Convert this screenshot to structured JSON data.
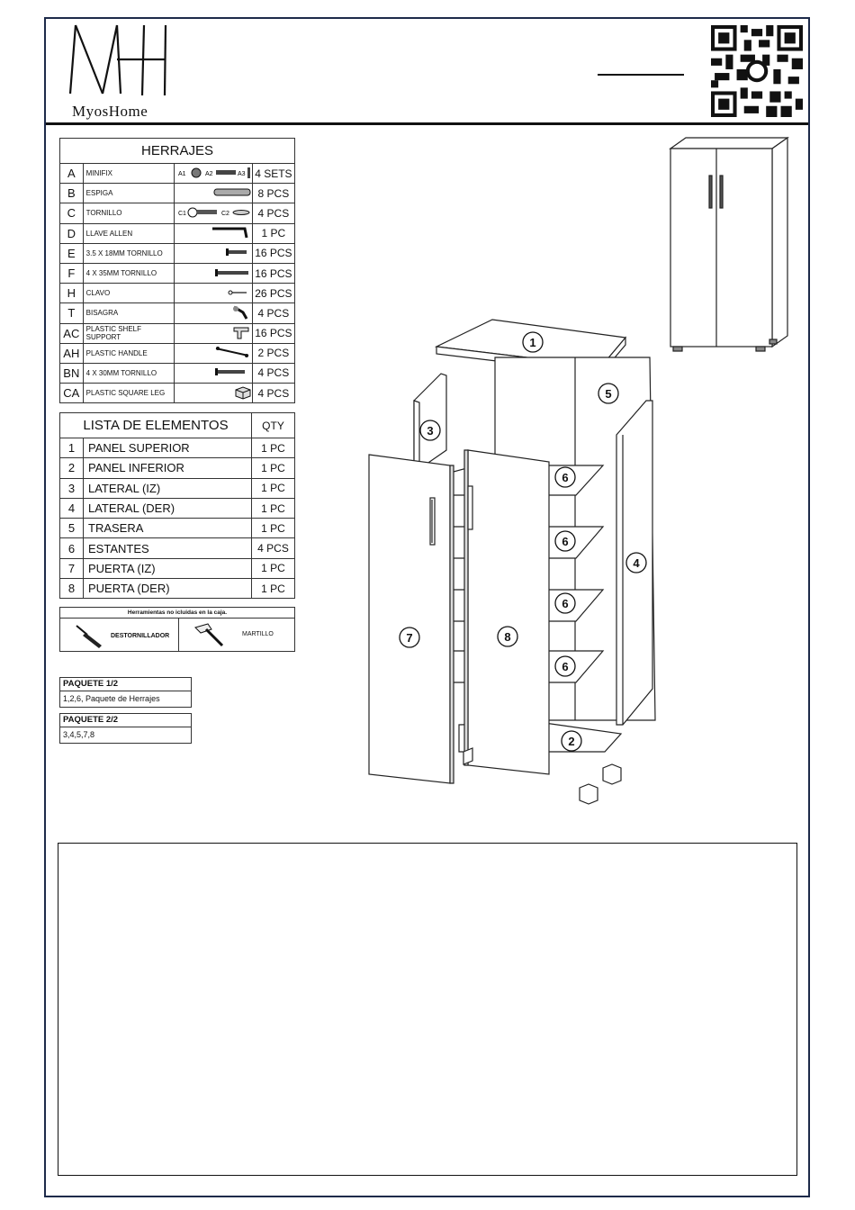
{
  "header": {
    "logo_letters": "MH",
    "logo_text": "MyosHome"
  },
  "herrajes": {
    "title": "HERRAJES",
    "rows": [
      {
        "code": "A",
        "desc": "MINIFIX",
        "qty": "4 SETS",
        "labels": [
          "A1",
          "A2",
          "A3"
        ],
        "icon": "minifix-icon"
      },
      {
        "code": "B",
        "desc": "ESPIGA",
        "qty": "8 PCS",
        "labels": [],
        "icon": "dowel-icon"
      },
      {
        "code": "C",
        "desc": "TORNILLO",
        "qty": "4 PCS",
        "labels": [
          "C1",
          "C2"
        ],
        "icon": "screw-icon"
      },
      {
        "code": "D",
        "desc": "LLAVE ALLEN",
        "qty": "1 PC",
        "labels": [],
        "icon": "allen-key-icon"
      },
      {
        "code": "E",
        "desc": "3.5 X 18MM  TORNILLO",
        "qty": "16 PCS",
        "labels": [],
        "icon": "small-screw-icon"
      },
      {
        "code": "F",
        "desc": "4 X 35MM  TORNILLO",
        "qty": "16 PCS",
        "labels": [],
        "icon": "long-screw-icon"
      },
      {
        "code": "H",
        "desc": "CLAVO",
        "qty": "26 PCS",
        "labels": [],
        "icon": "nail-icon"
      },
      {
        "code": "T",
        "desc": "BISAGRA",
        "qty": "4 PCS",
        "labels": [],
        "icon": "hinge-icon"
      },
      {
        "code": "AC",
        "desc": "PLASTIC SHELF SUPPORT",
        "qty": "16 PCS",
        "labels": [],
        "icon": "shelf-support-icon"
      },
      {
        "code": "AH",
        "desc": "PLASTIC HANDLE",
        "qty": "2 PCS",
        "labels": [],
        "icon": "handle-icon"
      },
      {
        "code": "BN",
        "desc": "4 X 30MM  TORNILLO",
        "qty": "4 PCS",
        "labels": [],
        "icon": "screw-30-icon"
      },
      {
        "code": "CA",
        "desc": "PLASTIC SQUARE LEG",
        "qty": "4 PCS",
        "labels": [],
        "icon": "square-leg-icon"
      }
    ]
  },
  "lista": {
    "title": "LISTA DE ELEMENTOS",
    "qty_header": "QTY",
    "rows": [
      {
        "n": "1",
        "name": "PANEL SUPERIOR",
        "qty": "1 PC"
      },
      {
        "n": "2",
        "name": "PANEL INFERIOR",
        "qty": "1 PC"
      },
      {
        "n": "3",
        "name": "LATERAL (IZ)",
        "qty": "1 PC"
      },
      {
        "n": "4",
        "name": "LATERAL (DER)",
        "qty": "1 PC"
      },
      {
        "n": "5",
        "name": "TRASERA",
        "qty": "1 PC"
      },
      {
        "n": "6",
        "name": "ESTANTES",
        "qty": "4 PCS"
      },
      {
        "n": "7",
        "name": "PUERTA (IZ)",
        "qty": "1 PC"
      },
      {
        "n": "8",
        "name": "PUERTA (DER)",
        "qty": "1 PC"
      }
    ]
  },
  "tools": {
    "title": "Herramientas no icluidas en la caja.",
    "tool1": "DESTORNILLADOR",
    "tool2": "MARTILLO"
  },
  "packages": [
    {
      "title": "PAQUETE 1/2",
      "content": "1,2,6, Paquete de Herrajes"
    },
    {
      "title": "PAQUETE 2/2",
      "content": "3,4,5,7,8"
    }
  ],
  "diagram_labels": [
    "1",
    "2",
    "3",
    "4",
    "5",
    "6",
    "6",
    "6",
    "6",
    "7",
    "8"
  ]
}
